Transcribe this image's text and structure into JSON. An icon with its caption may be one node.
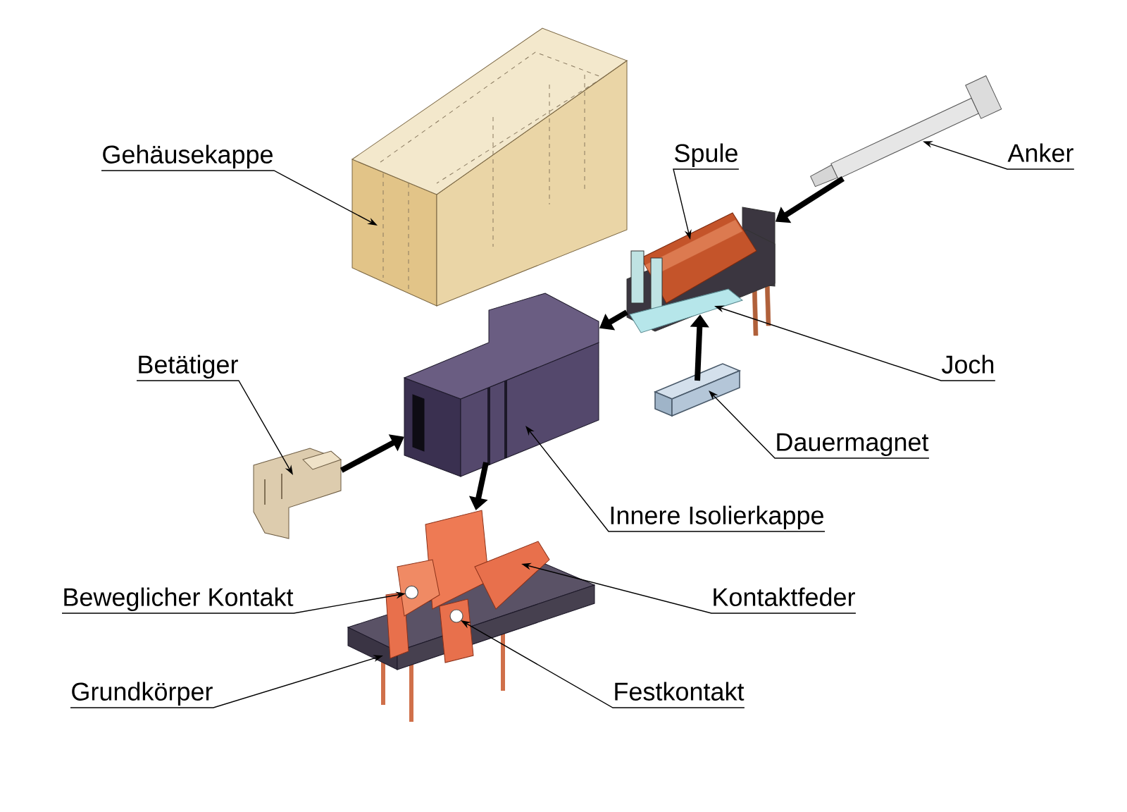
{
  "diagram": {
    "nodes": [
      {
        "text": [
          "Gehäusekappe"
        ]
      },
      {
        "text": [
          "Spule"
        ]
      },
      {
        "text": [
          "Anker"
        ]
      },
      {
        "text": [
          "Betätiger"
        ]
      },
      {
        "text": [
          "Joch"
        ]
      },
      {
        "text": [
          "Dauermagnet"
        ]
      },
      {
        "text": [
          "Innere Isolierkappe"
        ]
      },
      {
        "text": [
          "Beweglicher Kontakt"
        ]
      },
      {
        "text": [
          "Kontaktfeder"
        ]
      },
      {
        "text": [
          "Grundkörper"
        ]
      },
      {
        "text": [
          "Festkontakt"
        ]
      },
      {
        "text": [],
        "shape": "picture"
      },
      {
        "text": [],
        "shape": "picture"
      },
      {
        "text": [],
        "shape": "picture"
      },
      {
        "text": [],
        "shape": "picture",
        "in": 13
      },
      {
        "text": [],
        "shape": "picture"
      },
      {
        "text": [],
        "shape": "picture"
      },
      {
        "text": [],
        "shape": "picture"
      },
      {
        "text": [],
        "shape": "picture"
      },
      {
        "text": [],
        "shape": "circle",
        "in": 18
      },
      {
        "text": [],
        "shape": "picture"
      },
      {
        "text": [],
        "shape": "picture",
        "in": 20
      }
    ],
    "edges": [
      {
        "from": 0,
        "to": 11,
        "arrow": "to"
      },
      {
        "from": 1,
        "to": 13,
        "arrow": "to"
      },
      {
        "from": 2,
        "to": 12,
        "arrow": "to"
      },
      {
        "from": 3,
        "to": 17,
        "arrow": "to"
      },
      {
        "from": 4,
        "to": 14,
        "arrow": "to"
      },
      {
        "from": 5,
        "to": 15,
        "arrow": "to"
      },
      {
        "from": 6,
        "to": 16,
        "arrow": "to"
      },
      {
        "from": 7,
        "to": 19,
        "arrow": "to"
      },
      {
        "from": 8,
        "to": 18,
        "arrow": "to"
      },
      {
        "from": 9,
        "to": 20,
        "arrow": "to"
      },
      {
        "from": 10,
        "to": 21,
        "arrow": "to"
      },
      {
        "from": 12,
        "to": 13,
        "arrow": "to",
        "style": "thick"
      },
      {
        "from": 13,
        "to": 16,
        "arrow": "to",
        "style": "thick"
      },
      {
        "from": 15,
        "to": 13,
        "arrow": "to",
        "style": "thick"
      },
      {
        "from": 17,
        "to": 16,
        "arrow": "to",
        "style": "thick"
      },
      {
        "from": 16,
        "to": 18,
        "arrow": "to",
        "style": "thick"
      }
    ]
  }
}
